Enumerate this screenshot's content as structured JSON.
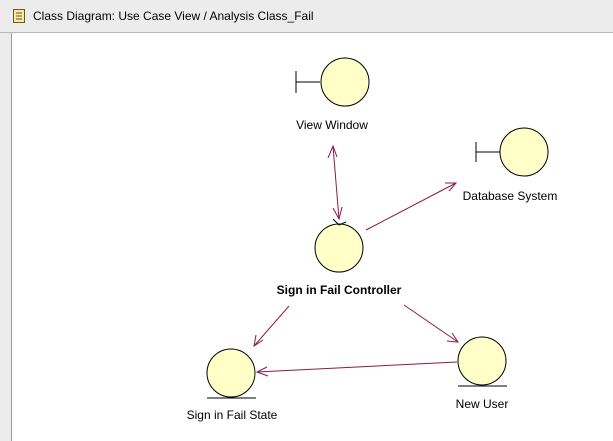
{
  "window": {
    "title": "Class Diagram: Use Case View / Analysis Class_Fail",
    "icon": "class-diagram-doc-icon"
  },
  "diagram": {
    "classes": [
      {
        "id": "view-window",
        "label": "View Window",
        "stereotype": "boundary"
      },
      {
        "id": "database-system",
        "label": "Database System",
        "stereotype": "boundary"
      },
      {
        "id": "sign-in-fail-controller",
        "label": "Sign in Fail Controller",
        "stereotype": "control"
      },
      {
        "id": "sign-in-fail-state",
        "label": "Sign in Fail State",
        "stereotype": "entity"
      },
      {
        "id": "new-user",
        "label": "New User",
        "stereotype": "entity"
      }
    ],
    "associations": [
      {
        "from": "view-window",
        "to": "sign-in-fail-controller",
        "navigability": "bidirectional"
      },
      {
        "from": "sign-in-fail-controller",
        "to": "database-system",
        "navigability": "directed"
      },
      {
        "from": "sign-in-fail-controller",
        "to": "sign-in-fail-state",
        "navigability": "directed"
      },
      {
        "from": "sign-in-fail-controller",
        "to": "new-user",
        "navigability": "directed"
      },
      {
        "from": "new-user",
        "to": "sign-in-fail-state",
        "navigability": "directed"
      }
    ],
    "colors": {
      "object_fill": "#ffffc8",
      "association": "#8b1a4a",
      "outline": "#000000"
    }
  }
}
